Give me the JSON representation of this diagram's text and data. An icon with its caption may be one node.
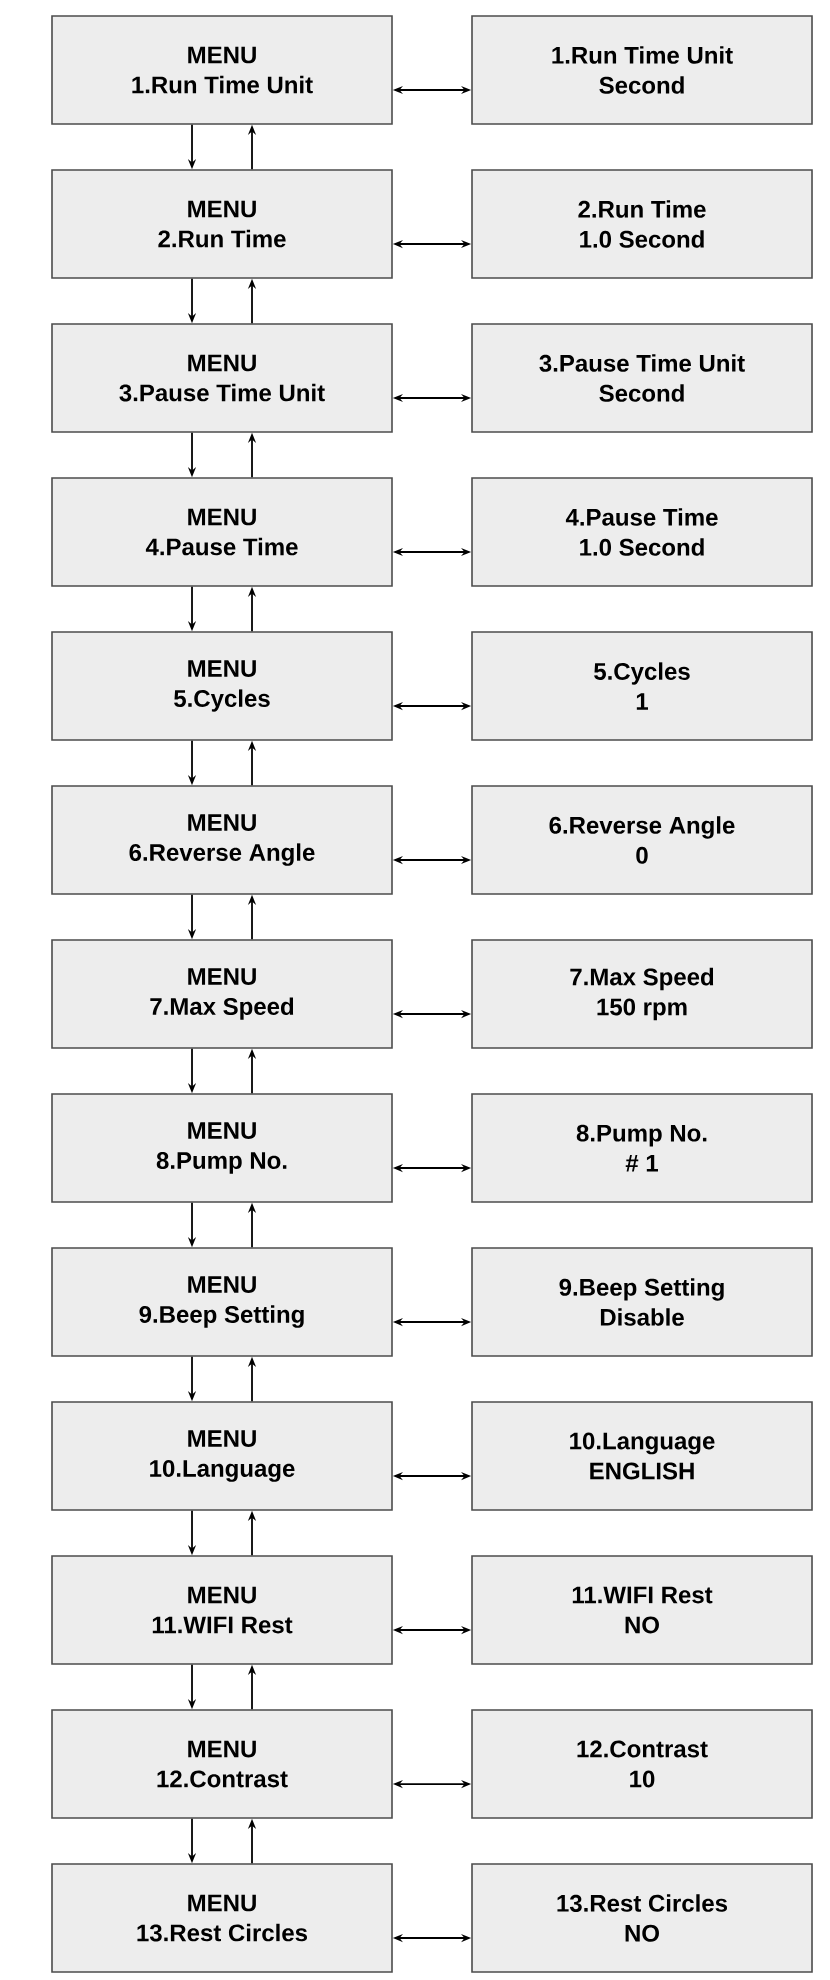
{
  "diagram": {
    "nodes": [
      {
        "text": [
          "MENU",
          "1.Run Time Unit"
        ]
      },
      {
        "text": [
          "1.Run Time Unit",
          "Second"
        ]
      },
      {
        "text": [
          "MENU",
          "2.Run Time"
        ]
      },
      {
        "text": [
          "2.Run Time",
          "1.0 Second"
        ]
      },
      {
        "text": [
          "MENU",
          "3.Pause Time Unit"
        ]
      },
      {
        "text": [
          "3.Pause Time Unit",
          "Second"
        ]
      },
      {
        "text": [
          "MENU",
          "4.Pause Time"
        ]
      },
      {
        "text": [
          "4.Pause Time",
          "1.0 Second"
        ]
      },
      {
        "text": [
          "MENU",
          "5.Cycles"
        ]
      },
      {
        "text": [
          "5.Cycles",
          "1"
        ]
      },
      {
        "text": [
          "MENU",
          "6.Reverse Angle"
        ]
      },
      {
        "text": [
          "6.Reverse Angle",
          "0"
        ]
      },
      {
        "text": [
          "MENU",
          "7.Max Speed"
        ]
      },
      {
        "text": [
          "7.Max Speed",
          "150 rpm"
        ]
      },
      {
        "text": [
          "MENU",
          "8.Pump No."
        ]
      },
      {
        "text": [
          "8.Pump No.",
          "# 1"
        ]
      },
      {
        "text": [
          "MENU",
          "9.Beep Setting"
        ]
      },
      {
        "text": [
          "9.Beep Setting",
          "Disable"
        ]
      },
      {
        "text": [
          "MENU",
          "10.Language"
        ]
      },
      {
        "text": [
          "10.Language",
          "ENGLISH"
        ]
      },
      {
        "text": [
          "MENU",
          "11.WIFI Rest"
        ]
      },
      {
        "text": [
          "11.WIFI Rest",
          "NO"
        ]
      },
      {
        "text": [
          "MENU",
          "12.Contrast"
        ]
      },
      {
        "text": [
          "12.Contrast",
          "10"
        ]
      },
      {
        "text": [
          "MENU",
          "13.Rest Circles"
        ]
      },
      {
        "text": [
          "13.Rest Circles",
          "NO"
        ]
      }
    ],
    "edges": [
      {
        "from": 0,
        "to": 1,
        "arrow": "both"
      },
      {
        "from": 0,
        "to": 2,
        "arrow": "to"
      },
      {
        "from": 2,
        "to": 0,
        "arrow": "to"
      },
      {
        "from": 2,
        "to": 3,
        "arrow": "both"
      },
      {
        "from": 2,
        "to": 4,
        "arrow": "to"
      },
      {
        "from": 4,
        "to": 2,
        "arrow": "to"
      },
      {
        "from": 4,
        "to": 5,
        "arrow": "both"
      },
      {
        "from": 4,
        "to": 6,
        "arrow": "to"
      },
      {
        "from": 6,
        "to": 4,
        "arrow": "to"
      },
      {
        "from": 6,
        "to": 7,
        "arrow": "both"
      },
      {
        "from": 6,
        "to": 8,
        "arrow": "to"
      },
      {
        "from": 8,
        "to": 6,
        "arrow": "to"
      },
      {
        "from": 8,
        "to": 9,
        "arrow": "both"
      },
      {
        "from": 8,
        "to": 10,
        "arrow": "to"
      },
      {
        "from": 10,
        "to": 8,
        "arrow": "to"
      },
      {
        "from": 10,
        "to": 11,
        "arrow": "both"
      },
      {
        "from": 10,
        "to": 12,
        "arrow": "to"
      },
      {
        "from": 12,
        "to": 10,
        "arrow": "to"
      },
      {
        "from": 12,
        "to": 13,
        "arrow": "both"
      },
      {
        "from": 12,
        "to": 14,
        "arrow": "to"
      },
      {
        "from": 14,
        "to": 12,
        "arrow": "to"
      },
      {
        "from": 14,
        "to": 15,
        "arrow": "both"
      },
      {
        "from": 14,
        "to": 16,
        "arrow": "to"
      },
      {
        "from": 16,
        "to": 14,
        "arrow": "to"
      },
      {
        "from": 16,
        "to": 17,
        "arrow": "both"
      },
      {
        "from": 16,
        "to": 18,
        "arrow": "to"
      },
      {
        "from": 18,
        "to": 16,
        "arrow": "to"
      },
      {
        "from": 18,
        "to": 19,
        "arrow": "both"
      },
      {
        "from": 18,
        "to": 20,
        "arrow": "to"
      },
      {
        "from": 20,
        "to": 18,
        "arrow": "to"
      },
      {
        "from": 20,
        "to": 21,
        "arrow": "both"
      },
      {
        "from": 20,
        "to": 22,
        "arrow": "to"
      },
      {
        "from": 22,
        "to": 20,
        "arrow": "to"
      },
      {
        "from": 22,
        "to": 23,
        "arrow": "both"
      },
      {
        "from": 22,
        "to": 24,
        "arrow": "to"
      },
      {
        "from": 24,
        "to": 22,
        "arrow": "to"
      },
      {
        "from": 24,
        "to": 25,
        "arrow": "both"
      }
    ]
  }
}
